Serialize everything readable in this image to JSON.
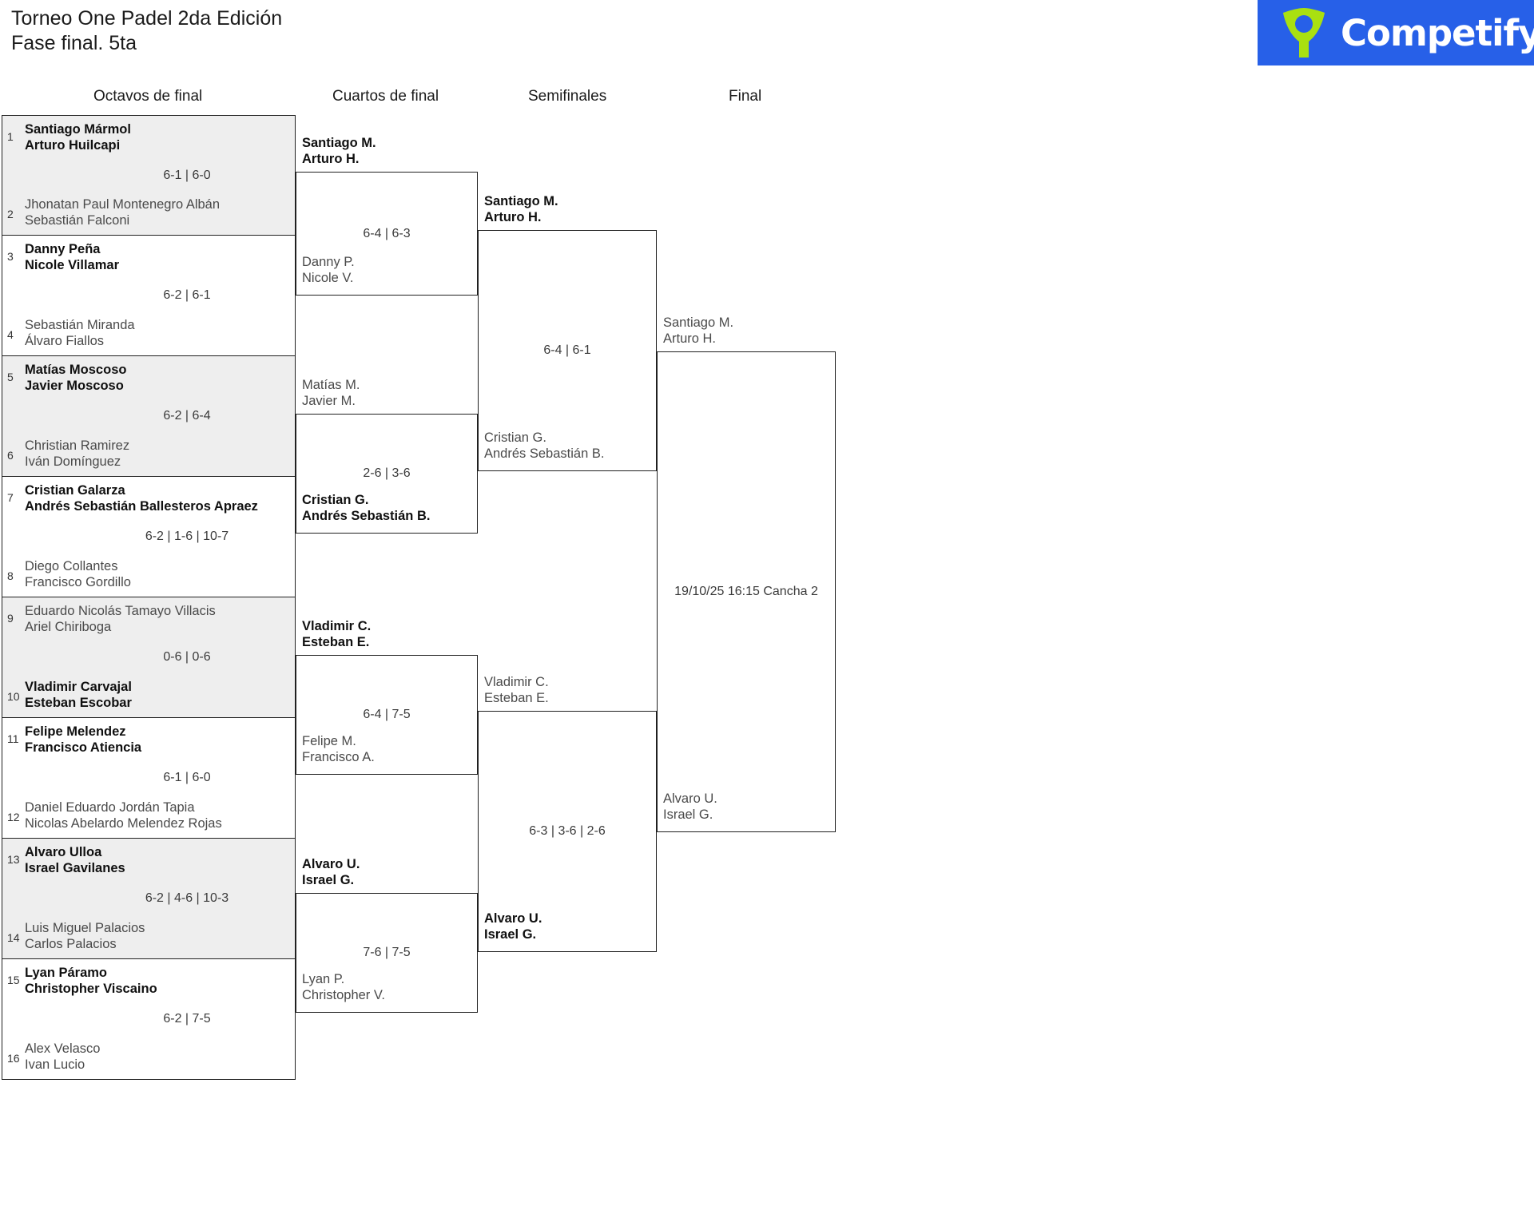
{
  "header": {
    "title_line1": "Torneo One Padel 2da Edición",
    "title_line2": "Fase final. 5ta",
    "logo_text": "Competify",
    "logo_bg": "#2760e8",
    "logo_mark_color": "#a9e010"
  },
  "rounds": [
    {
      "label": "Octavos de final"
    },
    {
      "label": "Cuartos de final"
    },
    {
      "label": "Semifinales"
    },
    {
      "label": "Final"
    }
  ],
  "round1": [
    {
      "seed_top": "1",
      "top_l1": "Santiago Mármol",
      "top_l2": "Arturo Huilcapi",
      "seed_bot": "2",
      "bot_l1": "Jhonatan Paul Montenegro Albán",
      "bot_l2": "Sebastián Falconi",
      "score": "6-1 | 6-0",
      "winner": "top",
      "shade": true
    },
    {
      "seed_top": "3",
      "top_l1": "Danny Peña",
      "top_l2": "Nicole Villamar",
      "seed_bot": "4",
      "bot_l1": "Sebastián Miranda",
      "bot_l2": "Álvaro Fiallos",
      "score": "6-2 | 6-1",
      "winner": "top",
      "shade": false
    },
    {
      "seed_top": "5",
      "top_l1": "Matías Moscoso",
      "top_l2": "Javier Moscoso",
      "seed_bot": "6",
      "bot_l1": "Christian Ramirez",
      "bot_l2": "Iván Domínguez",
      "score": "6-2 | 6-4",
      "winner": "top",
      "shade": true
    },
    {
      "seed_top": "7",
      "top_l1": "Cristian Galarza",
      "top_l2": "Andrés Sebastián Ballesteros Apraez",
      "seed_bot": "8",
      "bot_l1": "Diego Collantes",
      "bot_l2": "Francisco Gordillo",
      "score": "6-2 | 1-6 | 10-7",
      "winner": "top",
      "shade": false
    },
    {
      "seed_top": "9",
      "top_l1": "Eduardo Nicolás Tamayo Villacis",
      "top_l2": "Ariel Chiriboga",
      "seed_bot": "10",
      "bot_l1": "Vladimir Carvajal",
      "bot_l2": "Esteban Escobar",
      "score": "0-6 | 0-6",
      "winner": "bot",
      "shade": true
    },
    {
      "seed_top": "11",
      "top_l1": "Felipe Melendez",
      "top_l2": "Francisco Atiencia",
      "seed_bot": "12",
      "bot_l1": "Daniel Eduardo Jordán Tapia",
      "bot_l2": "Nicolas Abelardo Melendez Rojas",
      "score": "6-1 | 6-0",
      "winner": "top",
      "shade": false
    },
    {
      "seed_top": "13",
      "top_l1": "Alvaro Ulloa",
      "top_l2": "Israel Gavilanes",
      "seed_bot": "14",
      "bot_l1": "Luis Miguel Palacios",
      "bot_l2": "Carlos Palacios",
      "score": "6-2 | 4-6 | 10-3",
      "winner": "top",
      "shade": true
    },
    {
      "seed_top": "15",
      "top_l1": "Lyan Páramo",
      "top_l2": "Christopher Viscaino",
      "seed_bot": "16",
      "bot_l1": "Alex Velasco",
      "bot_l2": "Ivan Lucio",
      "score": "6-2 | 7-5",
      "winner": "top",
      "shade": false
    }
  ],
  "round2": [
    {
      "top_l1": "Santiago M.",
      "top_l2": "Arturo H.",
      "bot_l1": "Danny P.",
      "bot_l2": "Nicole V.",
      "score": "6-4 | 6-3",
      "winner": "top"
    },
    {
      "top_l1": "Matías M.",
      "top_l2": "Javier M.",
      "bot_l1": "Cristian G.",
      "bot_l2": "Andrés Sebastián B.",
      "score": "2-6 | 3-6",
      "winner": "bot"
    },
    {
      "top_l1": "Vladimir C.",
      "top_l2": "Esteban E.",
      "bot_l1": "Felipe M.",
      "bot_l2": "Francisco A.",
      "score": "6-4 | 7-5",
      "winner": "top"
    },
    {
      "top_l1": "Alvaro U.",
      "top_l2": "Israel G.",
      "bot_l1": "Lyan P.",
      "bot_l2": "Christopher V.",
      "score": "7-6 | 7-5",
      "winner": "top"
    }
  ],
  "round3": [
    {
      "top_l1": "Santiago M.",
      "top_l2": "Arturo H.",
      "bot_l1": "Cristian G.",
      "bot_l2": "Andrés Sebastián B.",
      "score": "6-4 | 6-1",
      "winner": "top"
    },
    {
      "top_l1": "Vladimir C.",
      "top_l2": "Esteban E.",
      "bot_l1": "Alvaro U.",
      "bot_l2": "Israel G.",
      "score": "6-3 | 3-6 | 2-6",
      "winner": "bot"
    }
  ],
  "round4": [
    {
      "top_l1": "Santiago M.",
      "top_l2": "Arturo H.",
      "bot_l1": "Alvaro U.",
      "bot_l2": "Israel G.",
      "score": "19/10/25 16:15 Cancha 2",
      "winner": "none"
    }
  ]
}
